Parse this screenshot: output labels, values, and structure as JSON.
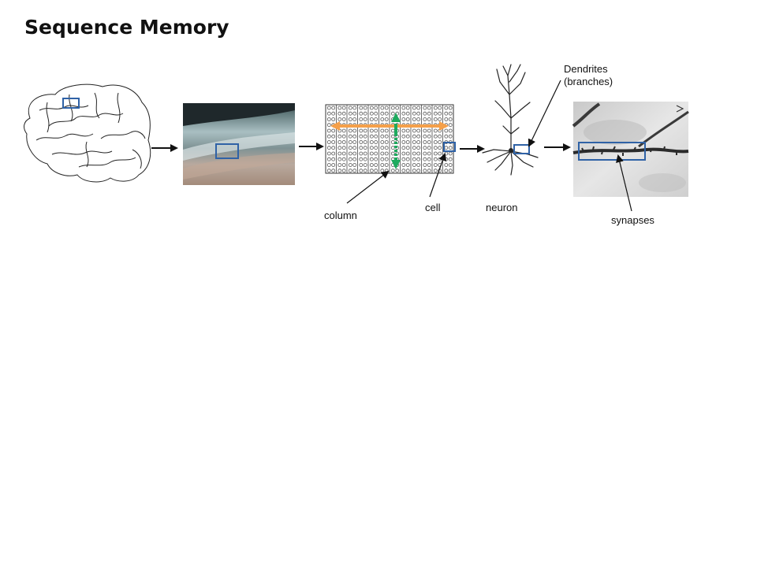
{
  "slide": {
    "title": "Sequence Memory"
  },
  "labels": {
    "column": "column",
    "cell": "cell",
    "neuron": "neuron",
    "dendrites_line1": "Dendrites",
    "dendrites_line2": "(branches)",
    "synapses": "synapses"
  },
  "colors": {
    "highlight_box": "#2f62a6",
    "horizontal_arrow": "#f5a04a",
    "vertical_arrow": "#1eaa5e",
    "tissue_dark": "#2e3b3f",
    "tissue_light": "#b7c7c9",
    "micrograph_bg": "#d8d8d8",
    "ink": "#111111"
  },
  "icons": [
    "brain-icon",
    "tissue-image",
    "column-grid",
    "neuron-icon",
    "dendrite-micrograph"
  ]
}
